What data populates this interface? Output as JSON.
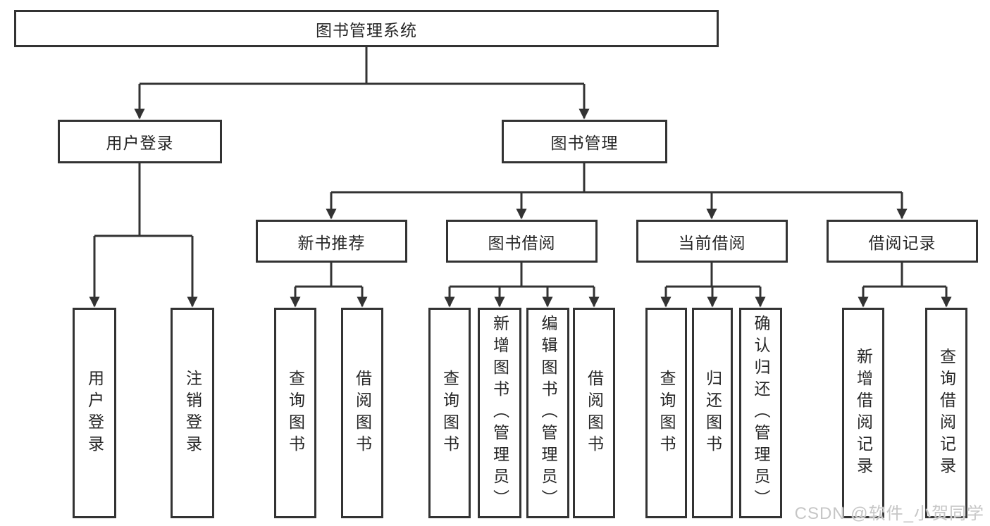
{
  "diagram": {
    "root": {
      "label": "图书管理系统"
    },
    "level2": [
      {
        "label": "用户登录"
      },
      {
        "label": "图书管理"
      }
    ],
    "level3": [
      {
        "label": "新书推荐"
      },
      {
        "label": "图书借阅"
      },
      {
        "label": "当前借阅"
      },
      {
        "label": "借阅记录"
      }
    ],
    "leaves": {
      "user_login": [
        "用户登录",
        "注销登录"
      ],
      "new_book_recommend": [
        "查询图书",
        "借阅图书"
      ],
      "book_borrow": [
        "查询图书",
        "新增图书（管理员）",
        "编辑图书（管理员）",
        "借阅图书"
      ],
      "current_borrow": [
        "查询图书",
        "归还图书",
        "确认归还（管理员）"
      ],
      "borrow_record": [
        "新增借阅记录",
        "查询借阅记录"
      ]
    }
  },
  "watermark": {
    "text": "CSDN @软件_小贺同学"
  },
  "colors": {
    "line": "#333333",
    "text": "#262626",
    "background": "#ffffff",
    "watermark": "#c6c6c6"
  }
}
